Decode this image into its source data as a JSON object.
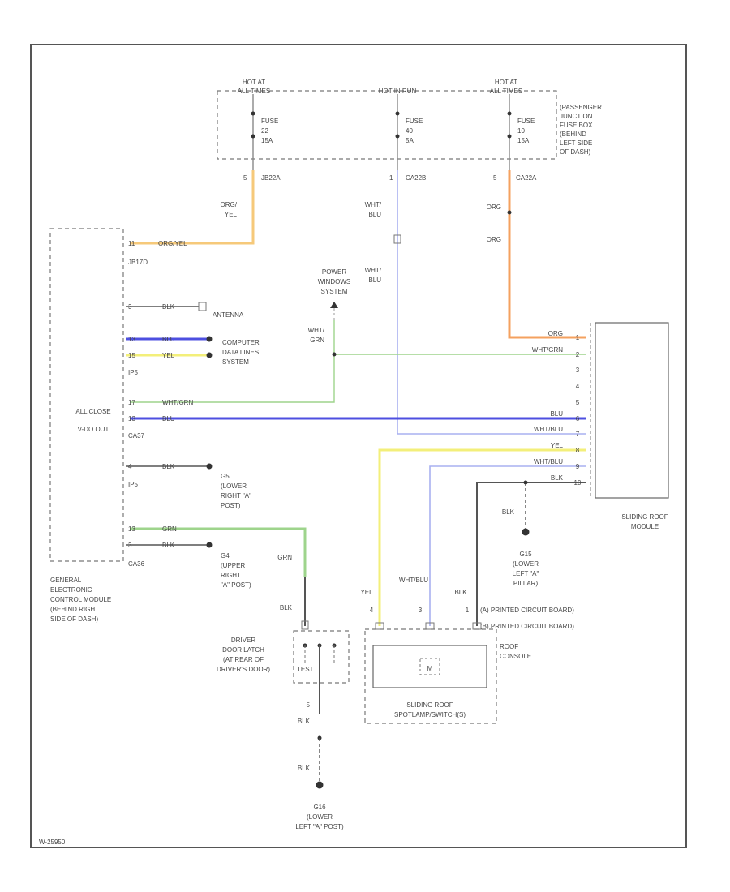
{
  "fuse_box": {
    "hot_labels": [
      {
        "line1": "HOT AT",
        "line2": "ALL TIMES"
      },
      {
        "line1": "HOT IN RUN",
        "line2": ""
      },
      {
        "line1": "HOT AT",
        "line2": "ALL TIMES"
      }
    ],
    "fuses": [
      {
        "l1": "FUSE",
        "l2": "22",
        "l3": "15A"
      },
      {
        "l1": "FUSE",
        "l2": "40",
        "l3": "5A"
      },
      {
        "l1": "FUSE",
        "l2": "10",
        "l3": "15A"
      }
    ],
    "name": [
      "(PASSENGER",
      "JUNCTION",
      "FUSE BOX",
      "(BEHIND",
      "LEFT SIDE",
      "OF DASH)"
    ],
    "connectors": [
      {
        "pin": "5",
        "id": "JB22A"
      },
      {
        "pin": "1",
        "id": "CA22B"
      },
      {
        "pin": "5",
        "id": "CA22A"
      }
    ]
  },
  "wire_labels": {
    "fuse1": [
      "ORG/",
      "YEL"
    ],
    "fuse2_top": [
      "WHT/",
      "BLU"
    ],
    "fuse2_mid": [
      "WHT/",
      "BLU"
    ],
    "fuse3_a": "ORG",
    "fuse3_b": "ORG",
    "pw": [
      "WHT/",
      "GRN"
    ]
  },
  "power_windows": [
    "POWER",
    "WINDOWS",
    "SYSTEM"
  ],
  "gecm": {
    "name": [
      "GENERAL",
      "ELECTRONIC",
      "CONTROL MODULE",
      "(BEHIND RIGHT",
      "SIDE OF DASH)"
    ],
    "internal": [
      "ALL CLOSE",
      "V-DO OUT"
    ],
    "c1": "JB17D",
    "c2": "IP5",
    "c3": "CA37",
    "c4": "IP5",
    "c5": "CA36",
    "rows": [
      {
        "pin": "11",
        "color": "ORG/YEL"
      },
      {
        "pin": "3",
        "color": "BLK"
      },
      {
        "pin": "13",
        "color": "BLU"
      },
      {
        "pin": "15",
        "color": "YEL"
      },
      {
        "pin": "17",
        "color": "WHT/GRN"
      },
      {
        "pin": "13",
        "color": "BLU"
      },
      {
        "pin": "4",
        "color": "BLK"
      },
      {
        "pin": "13",
        "color": "GRN"
      },
      {
        "pin": "3",
        "color": "BLK"
      }
    ],
    "ext": {
      "antenna": "ANTENNA",
      "cdl": [
        "COMPUTER",
        "DATA LINES",
        "SYSTEM"
      ],
      "g5": [
        "G5",
        "(LOWER",
        "RIGHT \"A\"",
        "POST)"
      ],
      "g4": [
        "G4",
        "(UPPER",
        "RIGHT",
        "\"A\" POST)"
      ]
    }
  },
  "srm": {
    "name": [
      "SLIDING ROOF",
      "MODULE"
    ],
    "pins": [
      {
        "pin": "1",
        "color": "ORG"
      },
      {
        "pin": "2",
        "color": "WHT/GRN"
      },
      {
        "pin": "3",
        "color": ""
      },
      {
        "pin": "4",
        "color": ""
      },
      {
        "pin": "5",
        "color": ""
      },
      {
        "pin": "6",
        "color": "BLU"
      },
      {
        "pin": "7",
        "color": "WHT/BLU"
      },
      {
        "pin": "8",
        "color": "YEL"
      },
      {
        "pin": "9",
        "color": "WHT/BLU"
      },
      {
        "pin": "10",
        "color": "BLK"
      }
    ],
    "gnd_wire": "BLK",
    "gnd": [
      "G15",
      "(LOWER",
      "LEFT \"A\"",
      "PILLAR)"
    ]
  },
  "roof_console": {
    "name": [
      "ROOF",
      "CONSOLE"
    ],
    "pcb_a": "(A) PRINTED CIRCUIT BOARD)",
    "pcb_b": "(B) PRINTED CIRCUIT BOARD)",
    "wires": [
      {
        "pin": "4",
        "color": "YEL"
      },
      {
        "pin": "3",
        "color": "WHT/BLU"
      },
      {
        "pin": "1",
        "color": "BLK"
      }
    ],
    "motor_symbol": "M",
    "motor": [
      "SLIDING ROOF",
      "SPOTLAMP/SWITCH(S)"
    ]
  },
  "door_latch": {
    "name": [
      "DRIVER",
      "DOOR LATCH",
      "(AT REAR OF",
      "DRIVER'S DOOR)"
    ],
    "grn_label": "GRN",
    "blk_label": "BLK",
    "test": "TEST",
    "pin": "5",
    "wire_a": "BLK",
    "wire_b": "BLK",
    "gnd": [
      "G16",
      "(LOWER",
      "LEFT \"A\" POST)"
    ]
  },
  "footer_code": "W-25950",
  "colors": {
    "orange": "#f4a15f",
    "orange_yellow": "#f6c97a",
    "yellow": "#f3ef7a",
    "blue": "#4d4fe0",
    "light_blue": "#a8b0f0",
    "green": "#9ed48c",
    "dark_gray": "#555555"
  }
}
